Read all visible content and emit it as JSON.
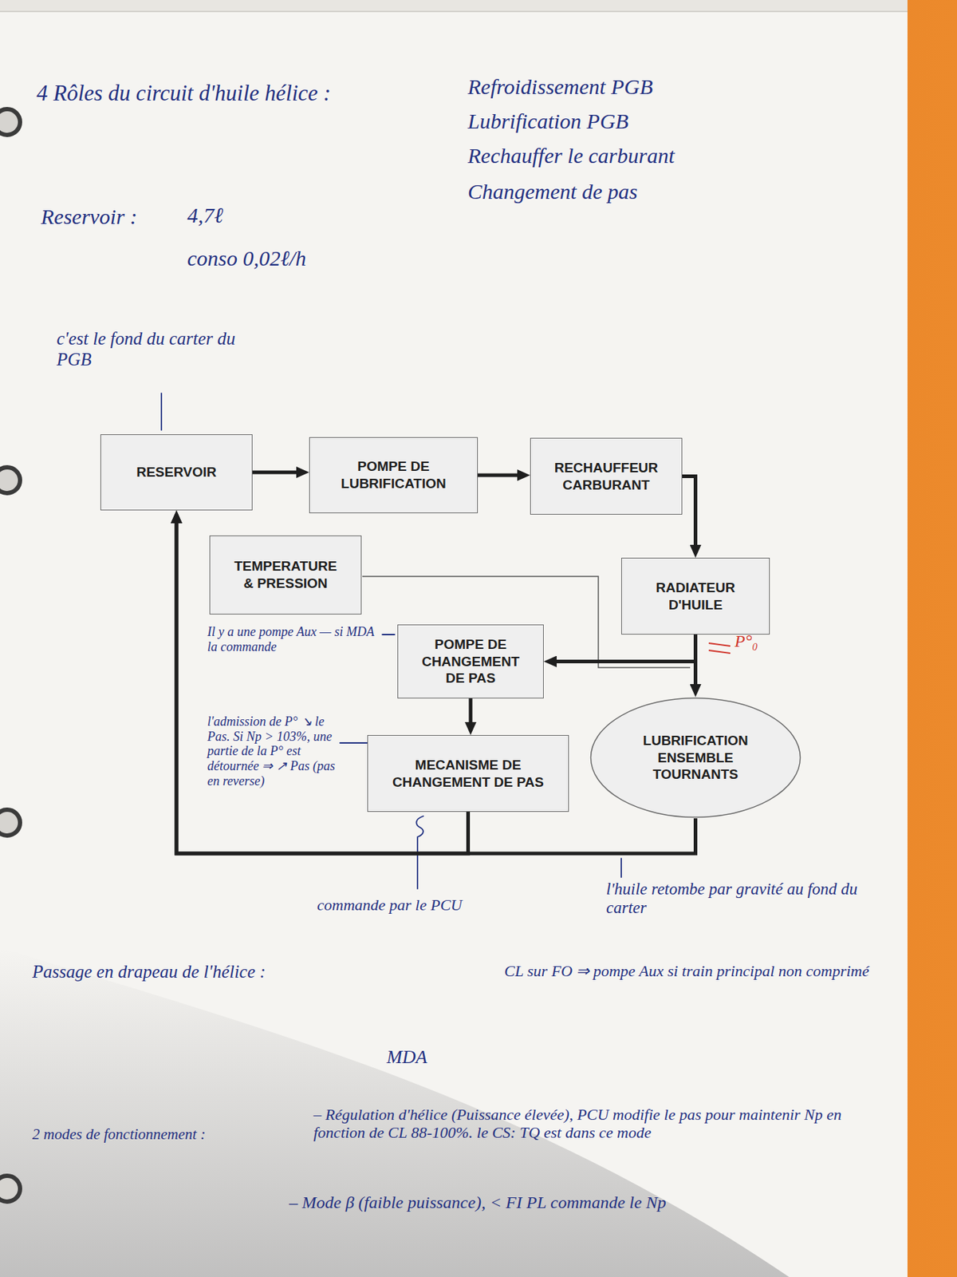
{
  "diagram": {
    "nodes": [
      {
        "text": [
          "RESERVOIR"
        ]
      },
      {
        "text": [
          "POMPE DE LUBRIFICATION"
        ]
      },
      {
        "text": [
          "RECHAUFFEUR CARBURANT"
        ]
      },
      {
        "text": [
          "TEMPERATURE & PRESSION"
        ]
      },
      {
        "text": [
          "RADIATEUR D'HUILE"
        ]
      },
      {
        "text": [
          "POMPE DE CHANGEMENT DE PAS"
        ]
      },
      {
        "text": [
          "MECANISME DE CHANGEMENT DE PAS"
        ]
      },
      {
        "text": [
          "LUBRIFICATION ENSEMBLE TOURNANTS"
        ]
      }
    ],
    "edges": [
      {
        "from": 0,
        "to": 1,
        "arrow": "to"
      },
      {
        "from": 1,
        "to": 2,
        "arrow": "to"
      },
      {
        "from": 2,
        "to": 4,
        "arrow": "to"
      },
      {
        "from": 4,
        "to": 5,
        "arrow": "to"
      },
      {
        "from": 4,
        "to": 7,
        "arrow": "to"
      },
      {
        "from": 5,
        "to": 6,
        "arrow": "to"
      },
      {
        "from": 6,
        "to": 0,
        "arrow": "to"
      },
      {
        "from": 7,
        "to": 0,
        "arrow": "to"
      }
    ],
    "labels": [
      "4 Rôles du circuit d'huile hélice :",
      "Refroidissement PGB",
      "Lubrification PGB",
      "Rechauffer le carburant",
      "Changement de pas",
      "Reservoir :",
      "4,7ℓ",
      "conso 0,02ℓ/h",
      "c'est le fond du carter du PGB",
      "P°₀",
      "Il y a une pompe Aux — si MDA la commande",
      "l'admission de P° ↘ le Pas. Si Np > 103%, une partie de la P° est détournée ⇒ ↗ Pas (pas en reverse)",
      "commande par le PCU",
      "l'huile retombe par gravité au fond du carter",
      "Passage en drapeau de l'hélice :",
      "CL sur FO ⇒ pompe Aux si train principal non comprimé",
      "MDA",
      "2 modes de fonctionnement :",
      "– Régulation d'hélice (Puissance élevée), PCU modifie le pas pour maintenir Np en fonction de CL 88-100%. le CS: TQ est dans ce mode",
      "– Mode β (faible puissance), < FI PL commande le Np"
    ]
  }
}
